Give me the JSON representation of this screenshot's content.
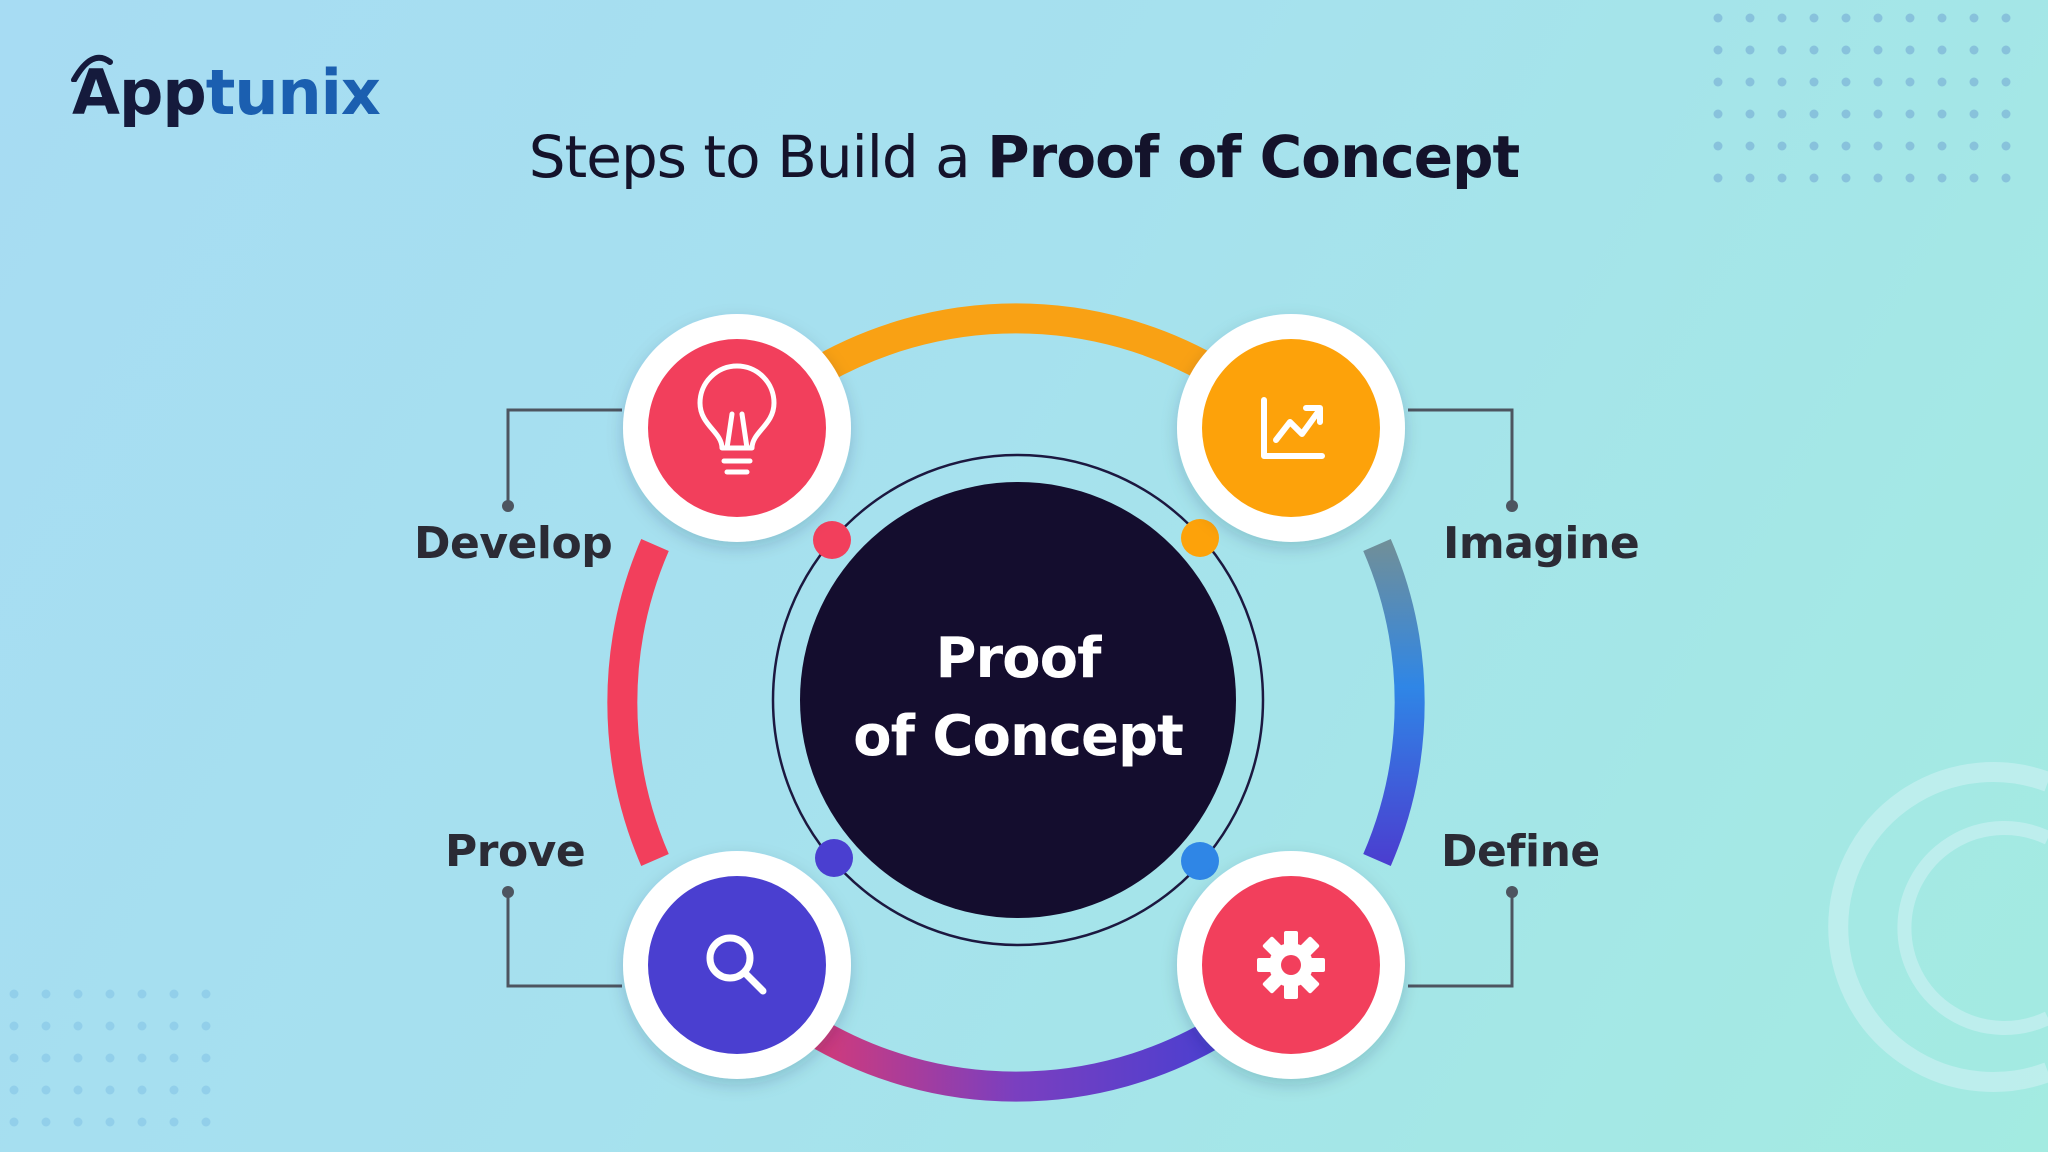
{
  "brand": {
    "logo_text_1": "App",
    "logo_text_2": "tunix",
    "primary_color": "#151a3c",
    "secondary_color": "#1b5fb0"
  },
  "title": {
    "regular": "Steps to Build a ",
    "bold": "Proof of Concept"
  },
  "center": {
    "line1": "Proof",
    "line2": "of Concept",
    "color": "#140d2e"
  },
  "steps": [
    {
      "label": "Develop",
      "icon": "lightbulb-icon",
      "color": "#f23f5c"
    },
    {
      "label": "Imagine",
      "icon": "chart-growth-icon",
      "color": "#fda20a"
    },
    {
      "label": "Prove",
      "icon": "search-icon",
      "color": "#4a3fd0"
    },
    {
      "label": "Define",
      "icon": "gear-icon",
      "color": "#f23f5c"
    }
  ],
  "ring_colors": {
    "orange": "#f9a114",
    "red": "#f23f5c",
    "blue": "#2f86e6",
    "indigo": "#4a3fd0",
    "purple": "#9b3aa8"
  }
}
